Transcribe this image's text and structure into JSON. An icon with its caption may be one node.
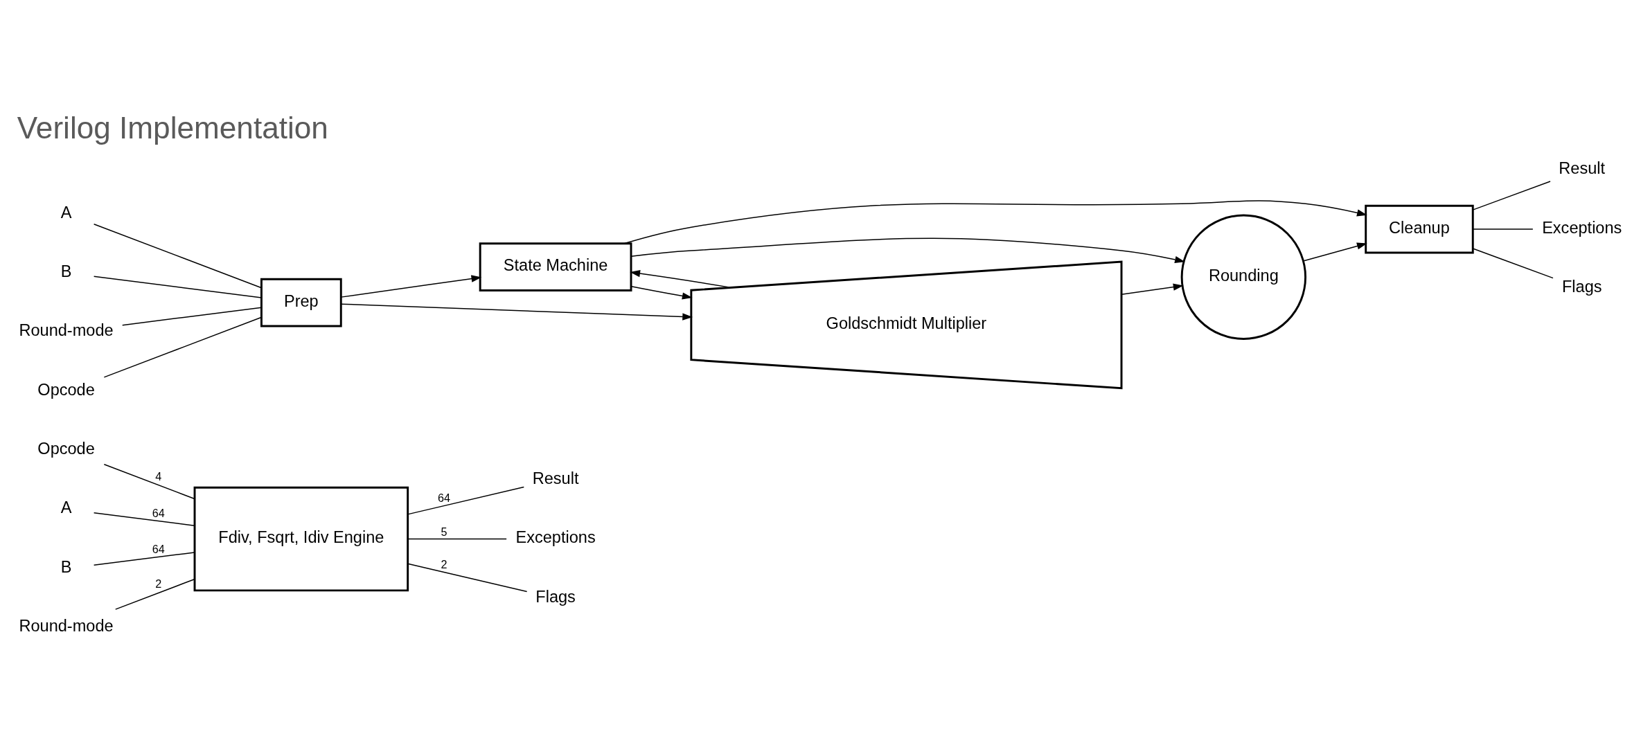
{
  "diagram": {
    "title": "Verilog Implementation",
    "nodes": [
      {
        "text": [
          "Opcode"
        ]
      },
      {
        "text": [
          "A"
        ]
      },
      {
        "text": [
          "B"
        ]
      },
      {
        "text": [
          "Round-mode"
        ]
      },
      {
        "text": [
          "Fdiv, Fsqrt, Idiv Engine"
        ]
      },
      {
        "text": [
          "Result"
        ]
      },
      {
        "text": [
          "Exceptions"
        ]
      },
      {
        "text": [
          "Flags"
        ]
      },
      {
        "text": [
          "State Machine"
        ]
      },
      {
        "text": [
          "A"
        ]
      },
      {
        "text": [
          "B"
        ]
      },
      {
        "text": [
          "Round-mode"
        ]
      },
      {
        "text": [
          "Opcode"
        ]
      },
      {
        "text": [
          "Prep"
        ]
      },
      {
        "text": [
          "Goldschmidt Multiplier"
        ]
      },
      {
        "text": [
          "Rounding"
        ]
      },
      {
        "text": [
          "Cleanup"
        ]
      },
      {
        "text": [
          "Result"
        ]
      },
      {
        "text": [
          "Exceptions"
        ]
      },
      {
        "text": [
          "Flags"
        ]
      }
    ],
    "edges": [
      {
        "from": 0,
        "to": 4,
        "arrow": "none",
        "label": "4"
      },
      {
        "from": 1,
        "to": 4,
        "arrow": "none",
        "label": "64"
      },
      {
        "from": 2,
        "to": 4,
        "arrow": "none",
        "label": "64"
      },
      {
        "from": 3,
        "to": 4,
        "arrow": "none",
        "label": "2"
      },
      {
        "from": 4,
        "to": 5,
        "arrow": "none",
        "label": "64"
      },
      {
        "from": 4,
        "to": 6,
        "arrow": "none",
        "label": "5"
      },
      {
        "from": 4,
        "to": 7,
        "arrow": "none",
        "label": "2"
      },
      {
        "from": 9,
        "to": 13,
        "arrow": "none"
      },
      {
        "from": 10,
        "to": 13,
        "arrow": "none"
      },
      {
        "from": 11,
        "to": 13,
        "arrow": "none"
      },
      {
        "from": 12,
        "to": 13,
        "arrow": "none"
      },
      {
        "from": 13,
        "to": 8,
        "arrow": "to"
      },
      {
        "from": 13,
        "to": 14,
        "arrow": "to"
      },
      {
        "from": 8,
        "to": 14,
        "arrow": "to"
      },
      {
        "from": 14,
        "to": 8,
        "arrow": "to"
      },
      {
        "from": 8,
        "to": 15,
        "arrow": "to"
      },
      {
        "from": 8,
        "to": 16,
        "arrow": "to"
      },
      {
        "from": 14,
        "to": 15,
        "arrow": "to"
      },
      {
        "from": 15,
        "to": 16,
        "arrow": "to"
      },
      {
        "from": 16,
        "to": 17,
        "arrow": "none"
      },
      {
        "from": 16,
        "to": 18,
        "arrow": "none"
      },
      {
        "from": 16,
        "to": 19,
        "arrow": "none"
      }
    ]
  }
}
